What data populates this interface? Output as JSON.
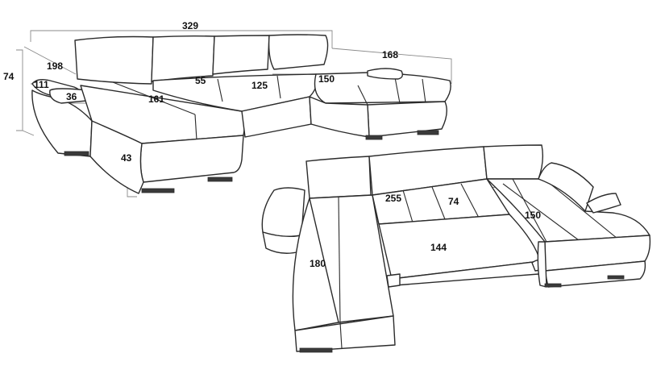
{
  "dimensions": {
    "left_view": {
      "total_width": "329",
      "depth_right": "168",
      "depth_left": "198",
      "height": "74",
      "arm_height": "111",
      "arm_width": "36",
      "chaise_length": "161",
      "seat_depth": "55",
      "middle_seat": "125",
      "right_chaise": "150",
      "seat_height": "43"
    },
    "right_view": {
      "bed_width": "255",
      "backrest_depth": "74",
      "right_length": "150",
      "bed_depth": "144",
      "chaise_length": "180"
    }
  },
  "colors": {
    "outline": "#2b2b2b",
    "dimension_line": "#8a8a8a",
    "label": "#111111"
  }
}
